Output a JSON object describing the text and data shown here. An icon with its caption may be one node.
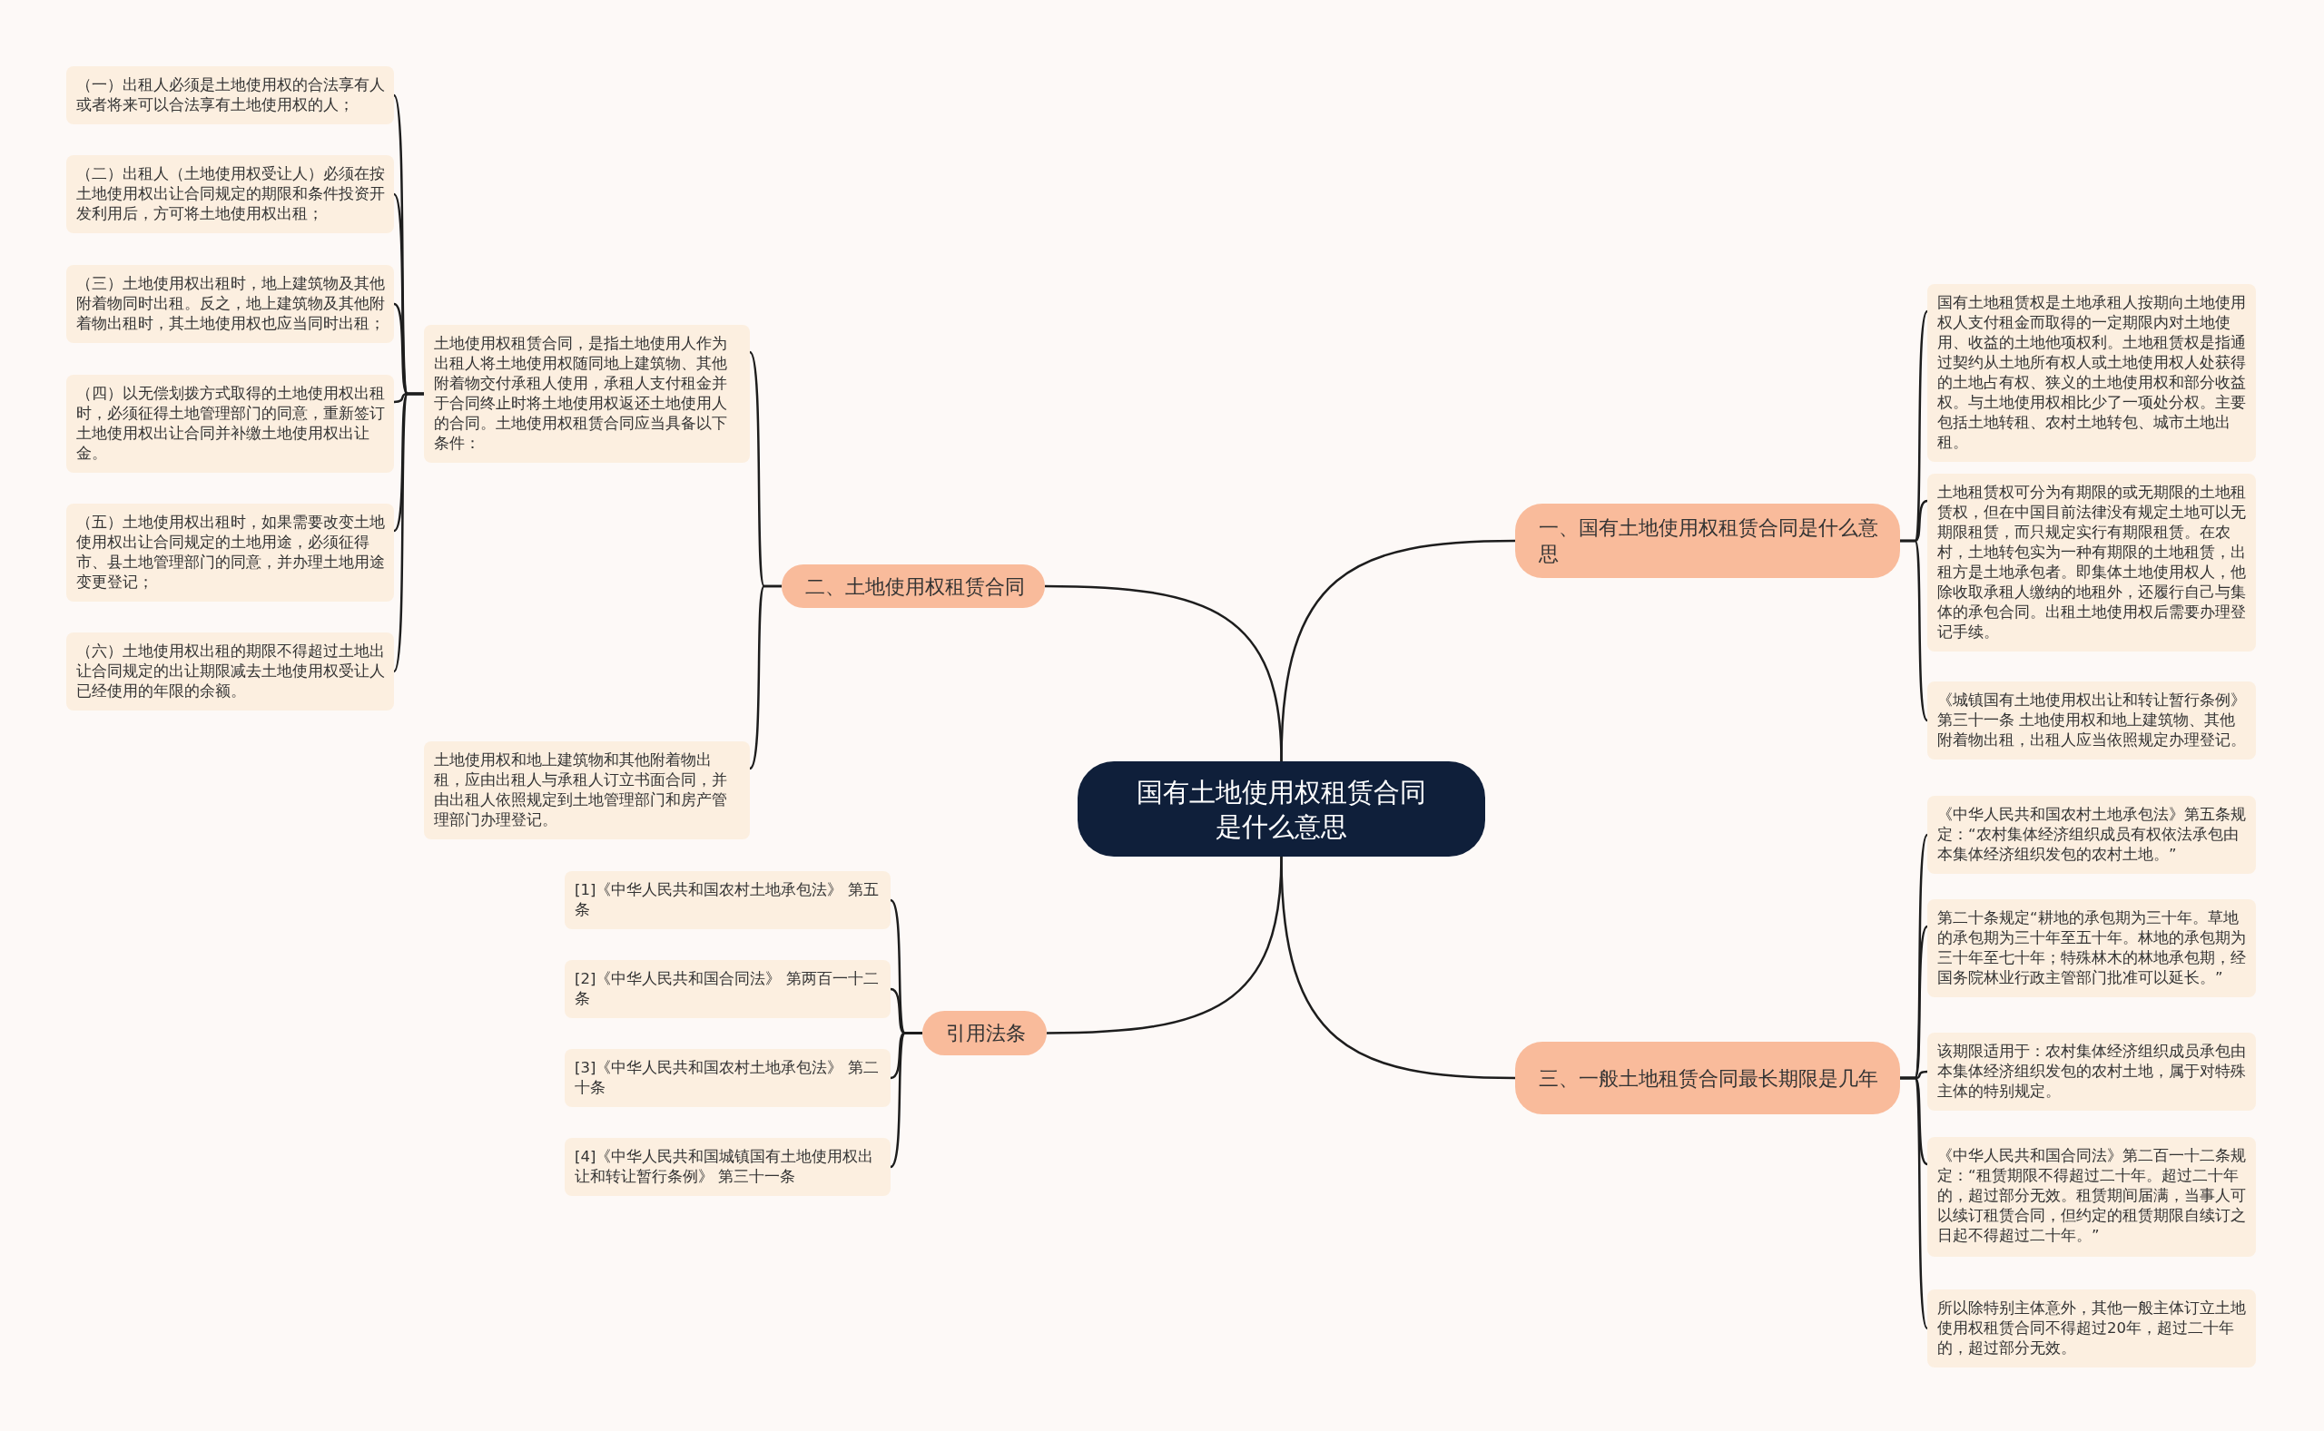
{
  "diagram": {
    "nodes": [
      {
        "text": [
          "国有土地使用权租赁合同是什么意思"
        ]
      },
      {
        "text": [
          "一、国有土地使用权租赁合同是什么意思"
        ]
      },
      {
        "text": [
          "国有土地租赁权是土地承租人按期向土地使用权人支付租金而取得的一定期限内对土地使用、收益的土地他项权利。土地租赁权是指通过契约从土地所有权人或土地使用权人处获得的土地占有权、狭义的土地使用权和部分收益权。与土地使用权相比少了一项处分权。主要包括土地转租、农村土地转包、城市土地出租。"
        ]
      },
      {
        "text": [
          "土地租赁权可分为有期限的或无期限的土地租赁权，但在中国目前法律没有规定土地可以无期限租赁，而只规定实行有期限租赁。在农村，土地转包实为一种有期限的土地租赁，出租方是土地承包者。即集体土地使用权人，他除收取承租人缴纳的地租外，还履行自己与集体的承包合同。出租土地使用权后需要办理登记手续。"
        ]
      },
      {
        "text": [
          "《城镇国有土地使用权出让和转让暂行条例》第三十一条 土地使用权和地上建筑物、其他附着物出租，出租人应当依照规定办理登记。"
        ]
      },
      {
        "text": [
          "二、土地使用权租赁合同"
        ]
      },
      {
        "text": [
          "土地使用权租赁合同，是指土地使用人作为出租人将土地使用权随同地上建筑物、其他附着物交付承租人使用，承租人支付租金并于合同终止时将土地使用权返还土地使用人的合同。土地使用权租赁合同应当具备以下条件："
        ]
      },
      {
        "text": [
          "（一）出租人必须是土地使用权的合法享有人或者将来可以合法享有土地使用权的人；"
        ]
      },
      {
        "text": [
          "（二）出租人（土地使用权受让人）必须在按土地使用权出让合同规定的期限和条件投资开发利用后，方可将土地使用权出租；"
        ]
      },
      {
        "text": [
          "（三）土地使用权出租时，地上建筑物及其他附着物同时出租。反之，地上建筑物及其他附着物出租时，其土地使用权也应当同时出租；"
        ]
      },
      {
        "text": [
          "（四）以无偿划拨方式取得的土地使用权出租时，必须征得土地管理部门的同意，重新签订土地使用权出让合同并补缴土地使用权出让金。"
        ]
      },
      {
        "text": [
          "（五）土地使用权出租时，如果需要改变土地使用权出让合同规定的土地用途，必须征得市、县土地管理部门的同意，并办理土地用途变更登记；"
        ]
      },
      {
        "text": [
          "（六）土地使用权出租的期限不得超过土地出让合同规定的出让期限减去土地使用权受让人已经使用的年限的余额。"
        ]
      },
      {
        "text": [
          "土地使用权和地上建筑物和其他附着物出租，应由出租人与承租人订立书面合同，并由出租人依照规定到土地管理部门和房产管理部门办理登记。"
        ]
      },
      {
        "text": [
          "引用法条"
        ]
      },
      {
        "text": [
          "[1]《中华人民共和国农村土地承包法》 第五条"
        ]
      },
      {
        "text": [
          "[2]《中华人民共和国合同法》 第两百一十二条"
        ]
      },
      {
        "text": [
          "[3]《中华人民共和国农村土地承包法》 第二十条"
        ]
      },
      {
        "text": [
          "[4]《中华人民共和国城镇国有土地使用权出让和转让暂行条例》 第三十一条"
        ]
      },
      {
        "text": [
          "三、一般土地租赁合同最长期限是几年"
        ]
      },
      {
        "text": [
          "《中华人民共和国农村土地承包法》第五条规定：“农村集体经济组织成员有权依法承包由本集体经济组织发包的农村土地。”"
        ]
      },
      {
        "text": [
          "第二十条规定“耕地的承包期为三十年。草地的承包期为三十年至五十年。林地的承包期为三十年至七十年；特殊林木的林地承包期，经国务院林业行政主管部门批准可以延长。”"
        ]
      },
      {
        "text": [
          "该期限适用于：农村集体经济组织成员承包由本集体经济组织发包的农村土地，属于对特殊主体的特别规定。"
        ]
      },
      {
        "text": [
          "《中华人民共和国合同法》第二百一十二条规定：“租赁期限不得超过二十年。超过二十年的，超过部分无效。租赁期间届满，当事人可以续订租赁合同，但约定的租赁期限自续订之日起不得超过二十年。”"
        ]
      },
      {
        "text": [
          "所以除特别主体意外，其他一般主体订立土地使用权租赁合同不得超过20年，超过二十年的，超过部分无效。"
        ]
      }
    ],
    "edges": [
      {
        "from": 0,
        "to": 1,
        "arrow": "none"
      },
      {
        "from": 1,
        "to": 2,
        "arrow": "none"
      },
      {
        "from": 1,
        "to": 3,
        "arrow": "none"
      },
      {
        "from": 1,
        "to": 4,
        "arrow": "none"
      },
      {
        "from": 0,
        "to": 5,
        "arrow": "none"
      },
      {
        "from": 5,
        "to": 6,
        "arrow": "none"
      },
      {
        "from": 6,
        "to": 7,
        "arrow": "none"
      },
      {
        "from": 6,
        "to": 8,
        "arrow": "none"
      },
      {
        "from": 6,
        "to": 9,
        "arrow": "none"
      },
      {
        "from": 6,
        "to": 10,
        "arrow": "none"
      },
      {
        "from": 6,
        "to": 11,
        "arrow": "none"
      },
      {
        "from": 6,
        "to": 12,
        "arrow": "none"
      },
      {
        "from": 5,
        "to": 13,
        "arrow": "none"
      },
      {
        "from": 0,
        "to": 14,
        "arrow": "none"
      },
      {
        "from": 14,
        "to": 15,
        "arrow": "none"
      },
      {
        "from": 14,
        "to": 16,
        "arrow": "none"
      },
      {
        "from": 14,
        "to": 17,
        "arrow": "none"
      },
      {
        "from": 14,
        "to": 18,
        "arrow": "none"
      },
      {
        "from": 0,
        "to": 19,
        "arrow": "none"
      },
      {
        "from": 19,
        "to": 20,
        "arrow": "none"
      },
      {
        "from": 19,
        "to": 21,
        "arrow": "none"
      },
      {
        "from": 19,
        "to": 22,
        "arrow": "none"
      },
      {
        "from": 19,
        "to": 23,
        "arrow": "none"
      },
      {
        "from": 19,
        "to": 24,
        "arrow": "none"
      }
    ]
  }
}
